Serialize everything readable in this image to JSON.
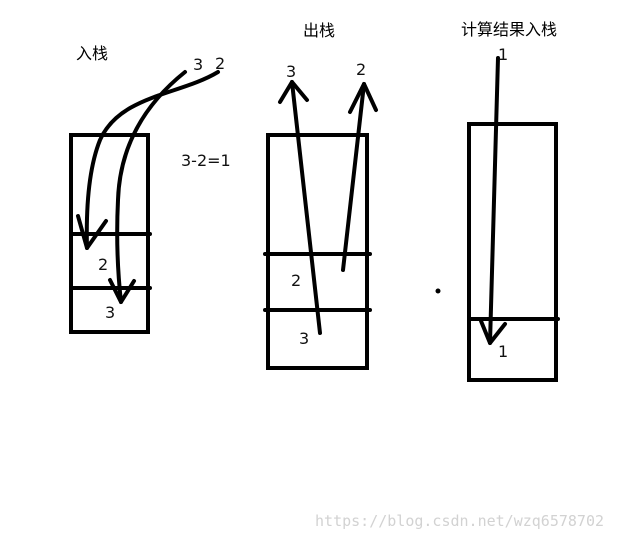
{
  "stages": {
    "push": {
      "title": "入栈",
      "incoming": [
        "3",
        "2"
      ],
      "cells": [
        "2",
        "3"
      ],
      "expression": "3-2=1"
    },
    "pop": {
      "title": "出栈",
      "outgoing": [
        "3",
        "2"
      ],
      "cells": [
        "2",
        "3"
      ]
    },
    "result": {
      "title": "计算结果入栈",
      "incoming": [
        "1"
      ],
      "cells": [
        "1"
      ]
    }
  },
  "watermark": "https://blog.csdn.net/wzq6578702"
}
